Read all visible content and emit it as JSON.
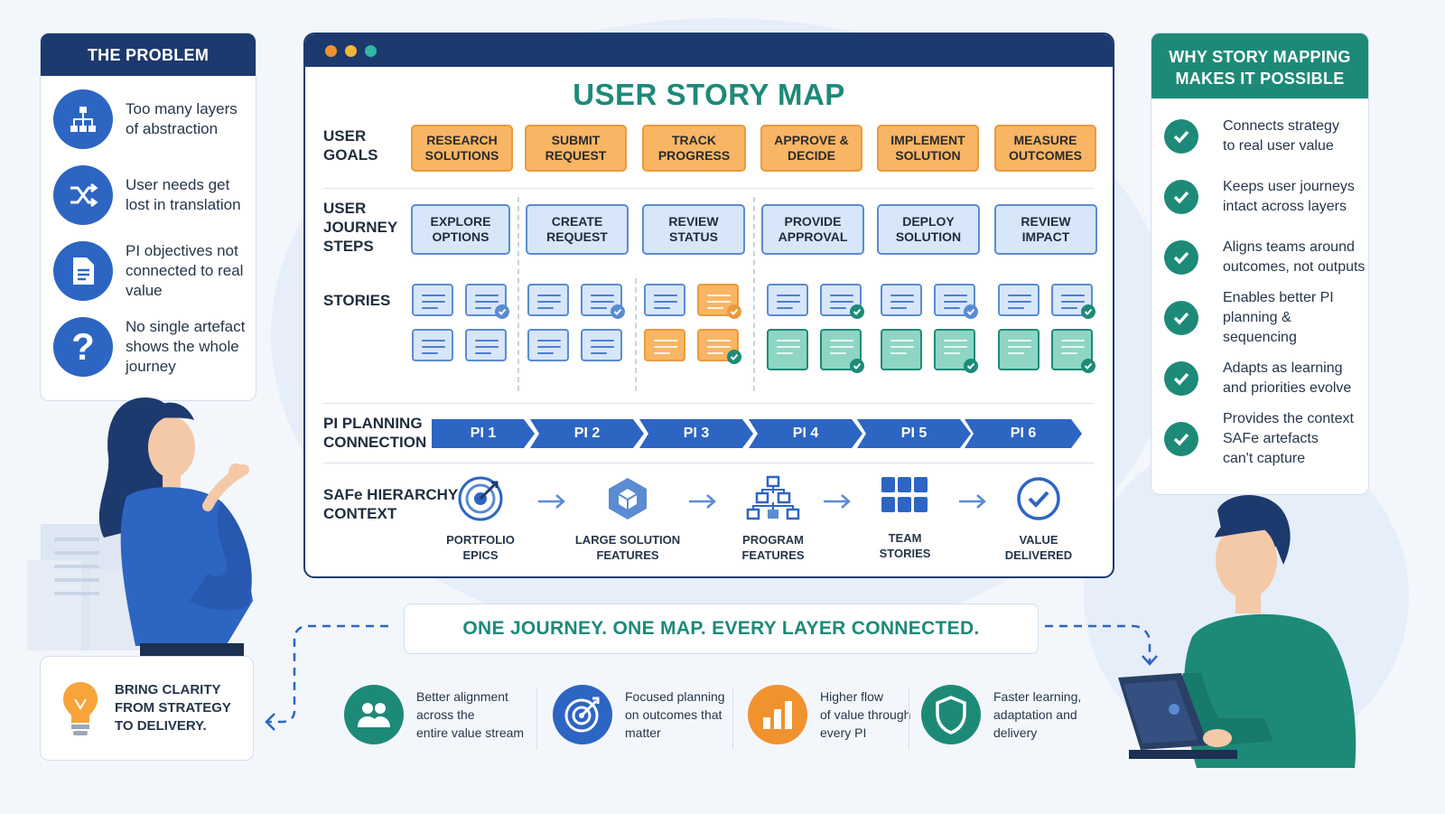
{
  "problem": {
    "title": "THE PROBLEM",
    "items": [
      {
        "icon": "hierarchy-icon",
        "text": "Too many layers\nof abstraction"
      },
      {
        "icon": "shuffle-icon",
        "text": "User needs get\nlost in translation"
      },
      {
        "icon": "document-icon",
        "text": "PI objectives not\nconnected to real\nvalue"
      },
      {
        "icon": "question-icon",
        "text": "No single artefact\nshows the whole\njourney"
      }
    ]
  },
  "map": {
    "title": "USER STORY MAP",
    "goals_label": "USER\nGOALS",
    "journey_label": "USER\nJOURNEY\nSTEPS",
    "stories_label": "STORIES",
    "pi_label": "PI PLANNING\nCONNECTION",
    "safe_label": "SAFe HIERARCHY\nCONTEXT",
    "goals": [
      "RESEARCH\nSOLUTIONS",
      "SUBMIT\nREQUEST",
      "TRACK\nPROGRESS",
      "APPROVE &\nDECIDE",
      "IMPLEMENT\nSOLUTION",
      "MEASURE\nOUTCOMES"
    ],
    "journey": [
      "EXPLORE\nOPTIONS",
      "CREATE\nREQUEST",
      "REVIEW\nSTATUS",
      "PROVIDE\nAPPROVAL",
      "DEPLOY\nSOLUTION",
      "REVIEW\nIMPACT"
    ],
    "pis": [
      "PI 1",
      "PI 2",
      "PI 3",
      "PI 4",
      "PI 5",
      "PI 6"
    ],
    "hierarchy": [
      {
        "icon": "target-icon",
        "label": "PORTFOLIO\nEPICS"
      },
      {
        "icon": "cube-icon",
        "label": "LARGE SOLUTION\nFEATURES"
      },
      {
        "icon": "org-chart-icon",
        "label": "PROGRAM\nFEATURES"
      },
      {
        "icon": "grid-icon",
        "label": "TEAM\nSTORIES"
      },
      {
        "icon": "check-circle-icon",
        "label": "VALUE\nDELIVERED"
      }
    ]
  },
  "why": {
    "title": "WHY STORY MAPPING\nMAKES IT POSSIBLE",
    "items": [
      "Connects strategy\nto real user value",
      "Keeps user journeys\nintact across layers",
      "Aligns teams around\noutcomes, not outputs",
      "Enables better PI\nplanning & sequencing",
      "Adapts as learning\nand priorities evolve",
      "Provides the context\nSAFe artefacts\ncan't capture"
    ]
  },
  "banner": "ONE JOURNEY. ONE MAP. EVERY LAYER CONNECTED.",
  "clarity": "BRING CLARITY\nFROM STRATEGY\nTO DELIVERY.",
  "benefits": [
    {
      "icon": "team-icon",
      "text": "Better alignment\nacross the\nentire value stream",
      "color": "#1d8a78"
    },
    {
      "icon": "target-icon",
      "text": "Focused planning\non outcomes that\nmatter",
      "color": "#2d65c3"
    },
    {
      "icon": "bar-chart-icon",
      "text": "Higher flow\nof value through\nevery PI",
      "color": "#f0922e"
    },
    {
      "icon": "shield-icon",
      "text": "Faster learning,\nadaptation and\ndelivery",
      "color": "#1d8a78"
    }
  ],
  "colors": {
    "navy": "#1d3a6e",
    "teal": "#1d8a78",
    "blue": "#2d65c3",
    "orange": "#f8b564"
  }
}
